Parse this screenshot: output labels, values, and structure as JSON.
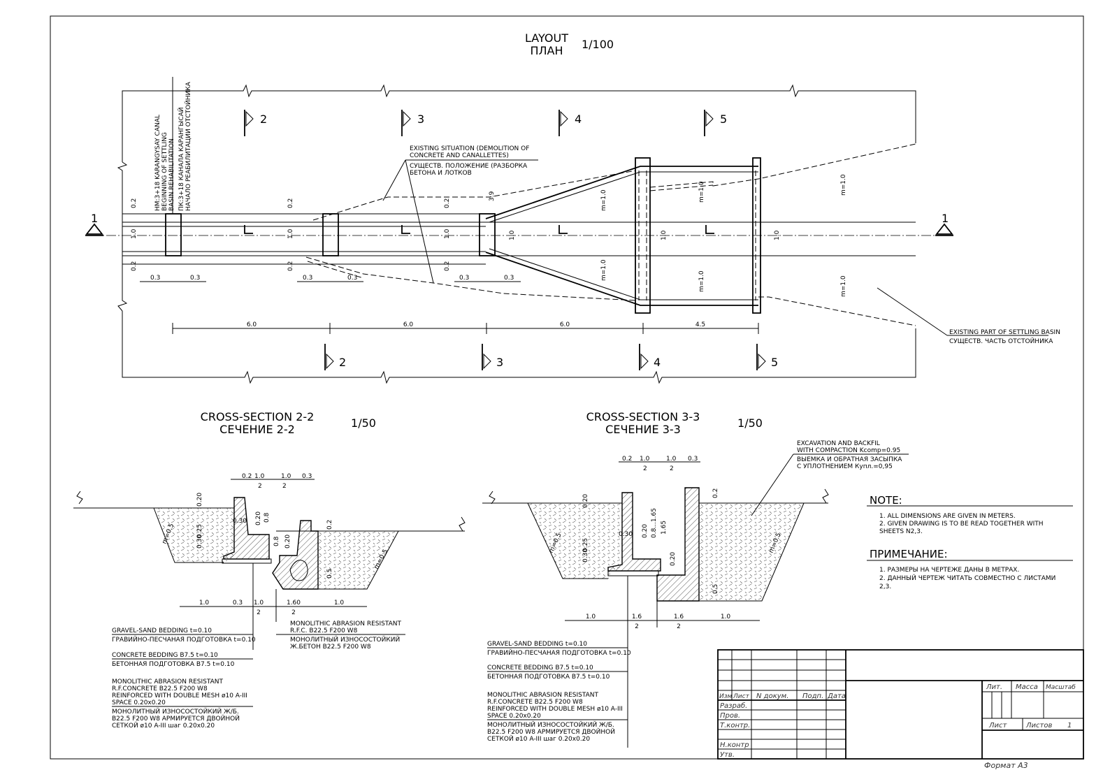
{
  "layout": {
    "title_en": "LAYOUT",
    "title_ru": "ПЛАН",
    "scale": "1/100",
    "section_top": [
      "2",
      "3",
      "4",
      "5"
    ],
    "section_bottom": [
      "2",
      "3",
      "4",
      "5"
    ],
    "section_end": "1",
    "note_start": [
      "НМ:3+18 KARANGYSAY CANAL",
      "BEGINNING OF SETTLING",
      "BASIN REHABILITATION",
      "ПК:3+18 КАНАЛА КАРАНГЫСАЙ",
      "НАЧАЛО РЕАБИЛИТАЦИИ ОТСТОЙНИКА"
    ],
    "note_existing": [
      "EXISTING SITUATION (DEMOLITION OF",
      "CONCRETE AND CANALLETTES)",
      "СУЩЕСТВ. ПОЛОЖЕНИЕ (РАЗБОРКА",
      "БЕТОНА И ЛОТКОВ"
    ],
    "note_part": [
      "EXISTING PART OF SETTLING BASIN",
      "СУЩЕСТВ. ЧАСТЬ ОТСТОЙНИКА"
    ],
    "dims_bottom": [
      "6.0",
      "6.0",
      "6.0",
      "4.5"
    ],
    "dim_03": "0.3",
    "dim_02": "0.2",
    "dim_10": "1.0",
    "dim_30": "3.9",
    "slope": "m=1.0"
  },
  "section2": {
    "title_en": "CROSS-SECTION 2-2",
    "title_ru": "СЕЧЕНИЕ 2-2",
    "scale": "1/50",
    "top_dims": [
      "0.2",
      "1.0",
      "1.0",
      "0.3"
    ],
    "top_halves": [
      "2",
      "2"
    ],
    "bottom_dims": [
      "1.0",
      "0.3",
      "1.0",
      "1.60",
      "1.0"
    ],
    "bottom_halves": [
      "2",
      "2"
    ],
    "v_dims": [
      "0.20",
      "0.30",
      "0.25",
      "0.30",
      "0.20",
      "0.8",
      "0.8",
      "0.20",
      "0.2",
      "0.5"
    ],
    "slope": "m=0.5",
    "labels": [
      {
        "en": "GRAVEL-SAND BEDDING t=0.10",
        "ru": "ГРАВИЙНО-ПЕСЧАНАЯ ПОДГОТОВКА t=0.10"
      },
      {
        "en": "CONCRETE BEDDING B7.5 t=0.10",
        "ru": "БЕТОННАЯ ПОДГОТОВКА B7.5 t=0.10"
      }
    ],
    "label_mono": [
      "MONOLITHIC ABRASION RESISTANT",
      "R.F.CONCRETE B22.5 F200 W8",
      "REINFORCED WITH DOUBLE MESH ø10 A-III",
      "SPACE 0.20x0.20",
      "МОНОЛИТНЫЙ ИЗНОСОСТОЙКИЙ Ж/Б.",
      "B22.5 F200 W8 АРМИРУЕТСЯ ДВОЙНОЙ",
      "СЕТКОЙ ø10 A-III шаг 0.20x0.20"
    ],
    "label_rfc": [
      "MONOLITHIC ABRASION RESISTANT",
      "R.F.C. B22.5 F200 W8",
      "МОНОЛИТНЫЙ ИЗНОСОСТОЙКИЙ",
      "Ж.БЕТОН B22.5 F200 W8"
    ]
  },
  "section3": {
    "title_en": "CROSS-SECTION 3-3",
    "title_ru": "СЕЧЕНИЕ 3-3",
    "scale": "1/50",
    "top_dims": [
      "0.2",
      "1.0",
      "1.0",
      "0.3"
    ],
    "top_halves": [
      "2",
      "2"
    ],
    "bottom_dims": [
      "1.0",
      "1.6",
      "1.6",
      "1.0"
    ],
    "bottom_halves": [
      "2",
      "2"
    ],
    "v_dims": [
      "0.20",
      "0.30",
      "0.25",
      "0.30",
      "0.20",
      "0.8...1.65",
      "1.65",
      "0.20",
      "0.2",
      "0.5"
    ],
    "slope": "m=0.5",
    "note_excav": [
      "EXCAVATION AND BACKFIL",
      "WITH COMPACTION Kcomp=0.95",
      "ВЫЕМКА И ОБРАТНАЯ ЗАСЫПКА",
      "С УПЛОТНЕНИЕМ Купл.=0,95"
    ],
    "labels": [
      {
        "en": "GRAVEL-SAND BEDDING t=0.10",
        "ru": "ГРАВИЙНО-ПЕСЧАНАЯ ПОДГОТОВКА t=0.10"
      },
      {
        "en": "CONCRETE BEDDING B7.5 t=0.10",
        "ru": "БЕТОННАЯ ПОДГОТОВКА B7.5 t=0.10"
      }
    ],
    "label_mono": [
      "MONOLITHIC ABRASION RESISTANT",
      "R.F.CONCRETE B22.5 F200 W8",
      "REINFORCED WITH DOUBLE MESH ø10 A-III",
      "SPACE 0.20x0.20",
      "МОНОЛИТНЫЙ ИЗНОСОСТОЙКИЙ Ж/Б.",
      "B22.5 F200 W8 АРМИРУЕТСЯ ДВОЙНОЙ",
      "СЕТКОЙ ø10 A-III шаг 0.20x0.20"
    ]
  },
  "notes": {
    "en_title": "NOTE:",
    "en_items": [
      "1. ALL DIMENSIONS ARE GIVEN IN METERS.",
      "2. GIVEN DRAWING IS TO BE READ TOGETHER WITH",
      "SHEETS N2,3."
    ],
    "ru_title": "ПРИМЕЧАНИЕ:",
    "ru_items": [
      "1. РАЗМЕРЫ НА ЧЕРТЕЖЕ ДАНЫ В МЕТРАХ.",
      "2. ДАННЫЙ ЧЕРТЕЖ ЧИТАТЬ СОВМЕСТНО С ЛИСТАМИ",
      "2,3."
    ]
  },
  "stamp": {
    "cols": [
      "Изм",
      "Лист",
      "N докум.",
      "Подп.",
      "Дата"
    ],
    "rows": [
      "Разраб.",
      "Пров.",
      "Т.контр.",
      "Н.контр",
      "Утв."
    ],
    "lit": "Лит.",
    "mass": "Масса",
    "scale": "Масштаб",
    "sheet": "Лист",
    "sheets": "Листов",
    "sheets_count": "1",
    "format": "Формат А3"
  }
}
